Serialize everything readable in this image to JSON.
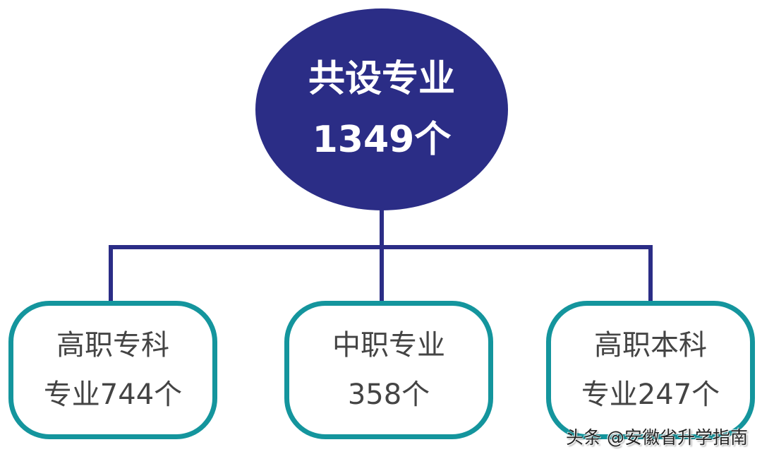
{
  "root": {
    "line1": "共设专业",
    "line2": "1349个"
  },
  "children": [
    {
      "line1": "高职专科",
      "line2": "专业744个"
    },
    {
      "line1": "中职专业",
      "line2": "358个"
    },
    {
      "line1": "高职本科",
      "line2": "专业247个"
    }
  ],
  "watermark": "头条 @安徽省升学指南",
  "colors": {
    "root_fill": "#2b2d86",
    "connector": "#2b2d86",
    "box_border": "#14959d",
    "box_text": "#444444"
  }
}
